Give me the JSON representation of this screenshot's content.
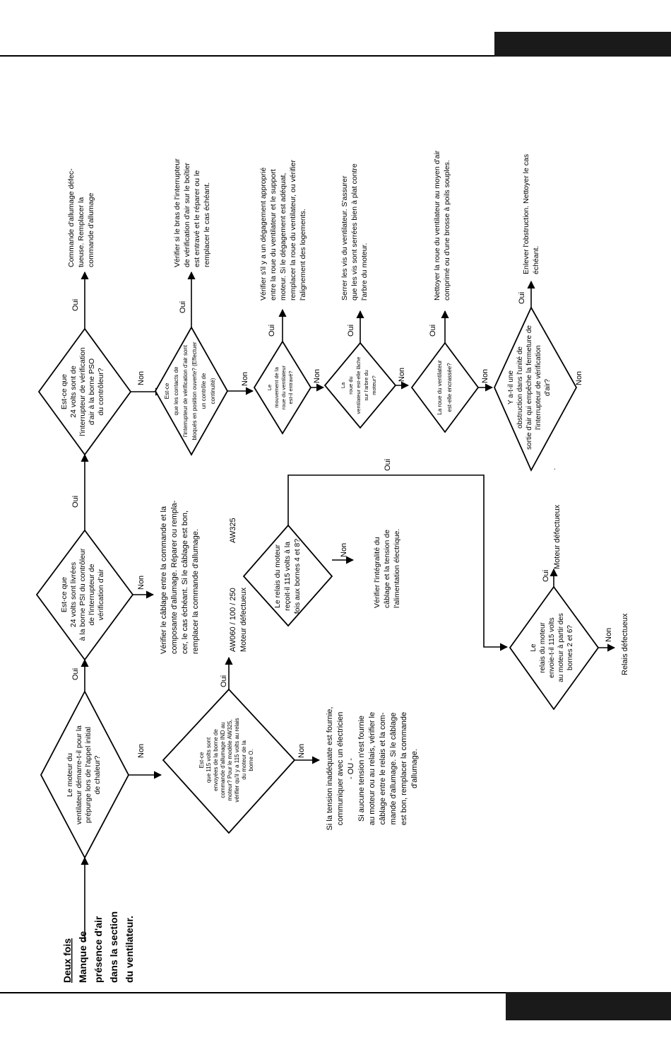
{
  "header": {
    "band": ""
  },
  "footer": {
    "band": ""
  },
  "title": {
    "line1": "Deux fois",
    "line2": "Manque de",
    "line3": "présence d'air",
    "line4": "dans la section",
    "line5": "du ventilateur."
  },
  "labels": {
    "oui": "Oui",
    "non": "Non"
  },
  "decisions": {
    "d1": [
      "Le moteur du",
      "ventilateur démarre-t-il pour la",
      "prépurge lors de l'appel initial",
      "de chaleur?"
    ],
    "d2": [
      "Est-ce que",
      "24 volts sont livrées",
      "à la borne PSI du contrôleur",
      "de l'interrupteur de",
      "vérification d'air"
    ],
    "d3": [
      "Est-ce que",
      "24 volts sont de",
      "l'interrupteur de vérification",
      "d'air à la borne PSO",
      "du contrôleur?"
    ],
    "d4": [
      "Est-ce",
      "que 115 volts sont",
      "envoyées de la borne de",
      "commande d'allumage IND au",
      "moteur? Pour le modèle AW325,",
      "vérifier qu'il y a 115 volts au relais",
      "du moteur de la",
      "borne O."
    ],
    "d5": [
      "Est-ce",
      "que les contacts de",
      "l'interrupteur de vérification d'air sont",
      "bloqués en position ouverte? (Effectuer",
      "un contrôle de",
      "continuité)"
    ],
    "d6": [
      "Le",
      "mouvement de la",
      "roue du ventilateur",
      "est-il entravé?"
    ],
    "d7": [
      "La",
      "roue du",
      "ventilateur est-elle lâche",
      "sur l'arbre du",
      "moteur?"
    ],
    "d8": [
      "La roue du ventilateur",
      "est-elle encrassée?"
    ],
    "d9": [
      "Y a-t-il une",
      "obstruction dans l'unité de",
      "sortie d'air qui empêche la fermeture de",
      "l'interrupteur de vérification",
      "d'air?"
    ],
    "d10": [
      "Le relais du moteur",
      "reçoit-il 115 volts à la",
      "fois aux bornes 4 et 8?"
    ],
    "d11": [
      "Le",
      "relais du moteur",
      "envoie-t-il 115 volts",
      "au moteur à partir des",
      "bornes 2 et 6?"
    ]
  },
  "results": {
    "r_cmd": [
      "Commande d'allumage défec-",
      "tueuse. Remplacer la",
      "commande d'allumage"
    ],
    "r_bras": [
      "Vérifier si le bras de l'interrupteur",
      "de vérification d'air sur le boîtier",
      "est entravé et le réparer ou le",
      "remplacer le cas échéant."
    ],
    "r_degag": [
      "Vérifier s'il y a un dégagement approprié",
      "entre la roue du ventilateur et le support",
      "moteur. Si le dégagement est adéquat,",
      "remplacer la roue du ventilateur, ou vérifier",
      "l'alignement des logements."
    ],
    "r_vis": [
      "Serrer les vis du ventilateur. S'assurer",
      "que les vis sont serrées bien à plat contre",
      "l'arbre du moteur."
    ],
    "r_nett": [
      "Nettoyer la roue du ventilateur au moyen d'air",
      "comprimé ou d'une brosse à poils souples."
    ],
    "r_obst": [
      "Enlever l'obstruction. Nettoyer le cas",
      "échéant."
    ],
    "r_cabl": [
      "Vérifier le câblage entre la commande et la",
      "composante d'allumage. Réparer ou rempla-",
      "cer, le cas échéant. Si le câblage est bon,",
      "remplacer la commande d'allumage."
    ],
    "r_models": [
      "AW060 / 100 / 250",
      "Moteur défectueux"
    ],
    "r_aw325": "AW325",
    "r_integ": [
      "Vérifier l'intégralité du",
      "câblage et la tension de",
      "l'alimentation électrique."
    ],
    "r_moteur": "Moteur défectueux",
    "r_relais": "Relais défectueux",
    "r_tension": [
      "Si la tension inadéquate est fournie,",
      "communiquer avec un électricien",
      "- OU -",
      "Si aucune tension n'est fournie",
      "au moteur ou au relais, vérifier le",
      "câblage entre le relais et la com-",
      "mande d'allumage. Si le câblage",
      "est bon, remplacer la commande",
      "d'allumage."
    ],
    "dot": "."
  }
}
